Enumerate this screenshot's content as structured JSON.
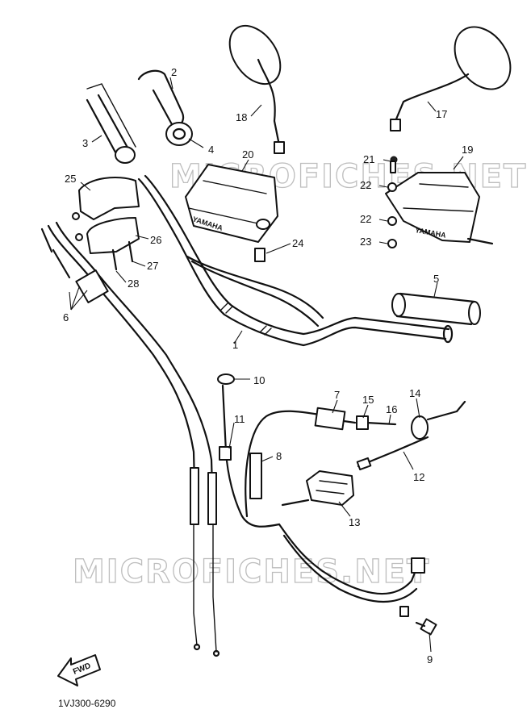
{
  "watermark": "MICROFICHES.NET",
  "diagram_code": "1VJ300-6290",
  "fwd_label": "FWD",
  "brand_left": "YAMAHA",
  "brand_right": "YAMAHA",
  "callouts": [
    "1",
    "2",
    "3",
    "4",
    "5",
    "6",
    "7",
    "8",
    "9",
    "10",
    "11",
    "12",
    "13",
    "14",
    "15",
    "16",
    "17",
    "18",
    "19",
    "20",
    "21",
    "22",
    "22",
    "23",
    "24",
    "25",
    "26",
    "27",
    "28"
  ]
}
